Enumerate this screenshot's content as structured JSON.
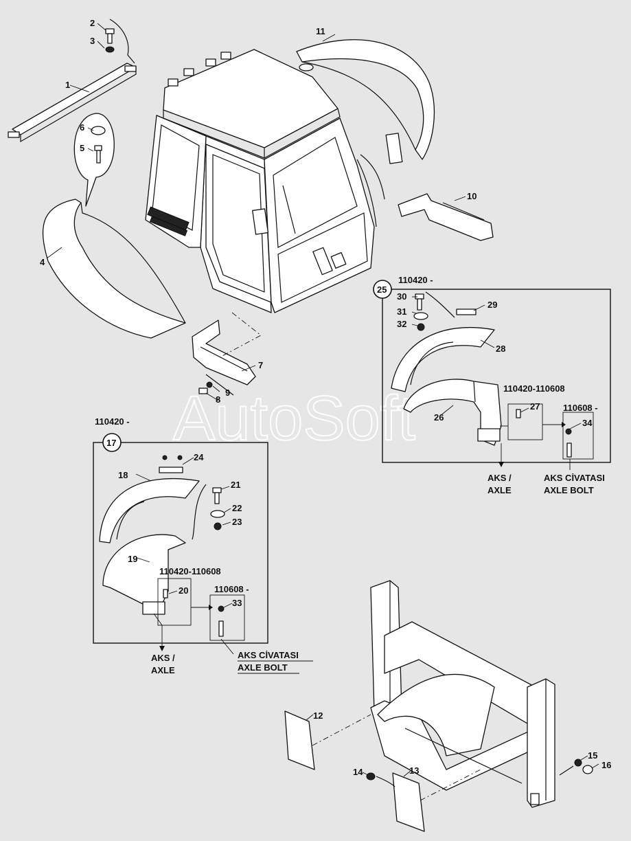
{
  "watermark": "AutoSoft",
  "callouts": {
    "c1": "1",
    "c2": "2",
    "c3": "3",
    "c4": "4",
    "c5": "5",
    "c6": "6",
    "c7": "7",
    "c8": "8",
    "c9": "9",
    "c10": "10",
    "c11": "11",
    "c12": "12",
    "c13": "13",
    "c14": "14",
    "c15": "15",
    "c16": "16",
    "c17": "17",
    "c18": "18",
    "c19": "19",
    "c20": "20",
    "c21": "21",
    "c22": "22",
    "c23": "23",
    "c24": "24",
    "c25": "25",
    "c26": "26",
    "c27": "27",
    "c28": "28",
    "c29": "29",
    "c30": "30",
    "c31": "31",
    "c32": "32",
    "c33": "33",
    "c34": "34"
  },
  "serial_labels": {
    "right_from": "110420 -",
    "right_range": "110420-110608",
    "right_after": "110608 -",
    "left_from": "110420 -",
    "left_range": "110420-110608",
    "left_after": "110608 -"
  },
  "notes": {
    "aks_tr": "AKS /",
    "aks_en": "AXLE",
    "bolt_tr": "AKS CİVATASI",
    "bolt_en": "AXLE BOLT"
  }
}
